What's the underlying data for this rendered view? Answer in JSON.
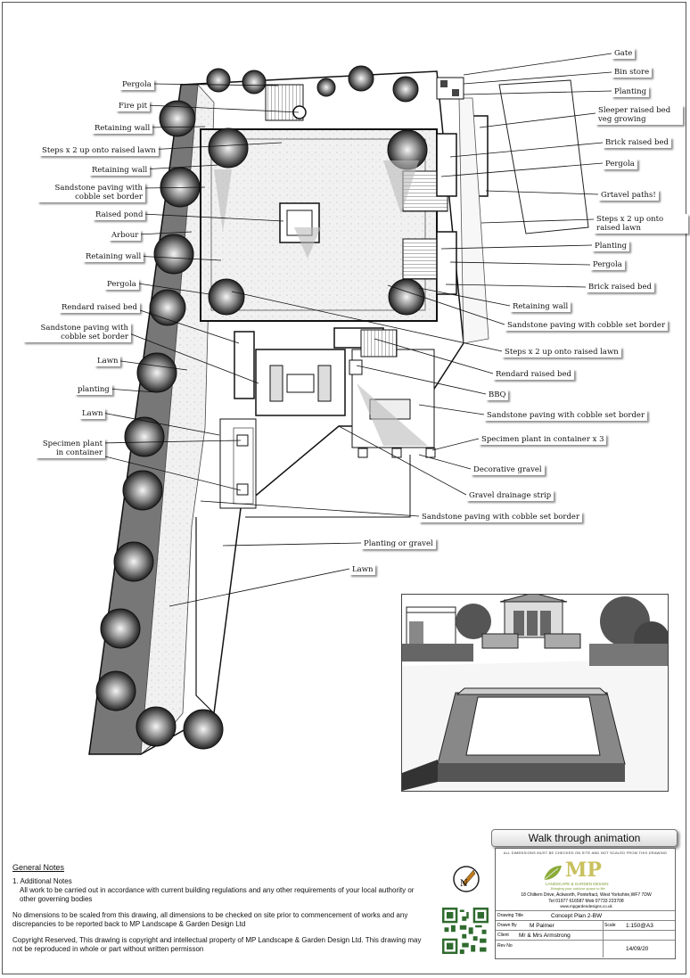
{
  "labels": {
    "gate": "Gate",
    "bin_store": "Bin store",
    "planting_1": "Planting",
    "sleeper_bed": "Sleeper raised bed veg growing",
    "brick_bed_1": "Brick raised bed",
    "pergola_r1": "Pergola",
    "gravel_paths": "Grtavel paths!",
    "steps_r1": "Steps x 2 up onto raised lawn",
    "planting_2": "Planting",
    "pergola_r2": "Pergola",
    "brick_bed_2": "Brick raised bed",
    "retaining_r": "Retaining wall",
    "sandstone_r1": "Sandstone paving with cobble set border",
    "steps_r2": "Steps x 2 up onto raised lawn",
    "rendard_r": "Rendard raised bed",
    "bbq": "BBQ",
    "sandstone_r2": "Sandstone paving with cobble set border",
    "specimen_r": "Specimen plant in container x 3",
    "deco_gravel": "Decorative gravel",
    "gravel_strip": "Gravel drainage strip",
    "sandstone_r3": "Sandstone paving with cobble set border",
    "planting_gravel": "Planting or gravel",
    "lawn_r": "Lawn",
    "pergola_l1": "Pergola",
    "fire_pit": "Fire pit",
    "retaining_l1": "Retaining wall",
    "steps_l": "Steps x 2 up onto raised lawn",
    "retaining_l2": "Retaining wall",
    "sandstone_l1": "Sandstone paving with cobble set border",
    "raised_pond": "Raised pond",
    "arbour": "Arbour",
    "retaining_l3": "Retaining wall",
    "pergola_l2": "Pergola",
    "rendard_l": "Rendard raised bed",
    "sandstone_l2": "Sandstone paving with cobble set border",
    "lawn_l1": "Lawn",
    "planting_l": "planting",
    "lawn_l2": "Lawn",
    "specimen_l": "Specimen plant in container"
  },
  "walk_button": "Walk through animation",
  "notes": {
    "heading": "General Notes",
    "item1": "1. Additional Notes",
    "para1": "All work to be carried out in accordance with current building regulations and any other requirements of your local authority or other governing bodies",
    "para2": "No dimensions to be scaled from this drawing, all dimensions to be checked on site prior to commencement of works and any discrepancies to be reported back to MP Landscape & Garden Design Ltd",
    "para3": "Copyright Reserved, This drawing is copyright and intellectual property of MP Landscape & Garden Design Ltd. This drawing may not be reproduced in whole or part without written permisson"
  },
  "title_block": {
    "disclaimer": "ALL DIMENSIONS MUST BE CHECKED ON SITE AND NOT SCALED FROM THIS DRAWING",
    "logo_text": "MP",
    "company": "LANDSCAPE & GARDEN DESIGN",
    "tagline": "Bringing your outdoor space to life",
    "address": "18 Chiltern Drive, Ackworth, Pontefract, West Yorkshire,WF7 7DW",
    "phone": "Tel 01977 616587  Mob 07733 223708",
    "web": "www.mpgardendesigns.co.uk",
    "drawing_title_label": "Drawing Title",
    "drawing_title": "Concept Plan 2-BW",
    "drawn_by_label": "Drawn By",
    "drawn_by": "M Palmer",
    "scale_label": "Scale",
    "scale": "1:150@A3",
    "client_label": "Client",
    "client": "Mr & Mrs Armstrong",
    "rev_label": "Rev No",
    "date": "14/09/20"
  },
  "north_label": "N",
  "colors": {
    "accent": "#c9c15e",
    "green": "#7a9a2e",
    "ink": "#111111"
  }
}
